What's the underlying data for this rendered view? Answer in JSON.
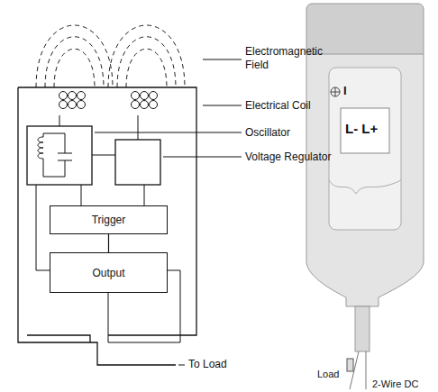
{
  "diagram": {
    "nodes": [
      {
        "text": [
          "Trigger"
        ]
      },
      {
        "text": [
          "Output"
        ]
      }
    ],
    "edges": [
      {
        "from": 0,
        "to": 1,
        "arrow": "none"
      }
    ],
    "labels": [
      "Electromagnetic Field",
      "Electrical Coil",
      "Oscillator",
      "Voltage Regulator",
      "To Load",
      "I",
      "L- L+",
      "Load",
      "2-Wire DC"
    ]
  }
}
